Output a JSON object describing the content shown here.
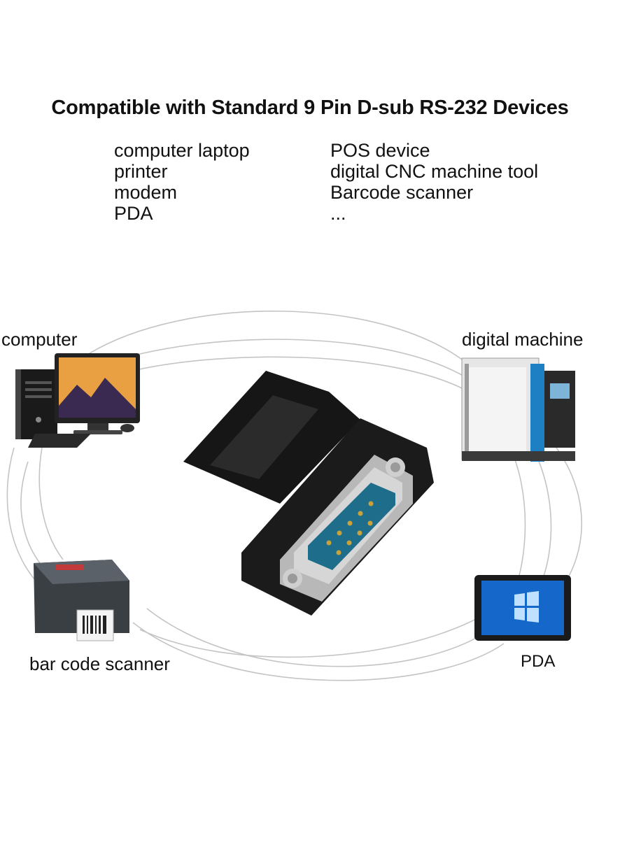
{
  "title": "Compatible with Standard 9 Pin D-sub RS-232 Devices",
  "devices_left": [
    "computer laptop",
    "printer",
    "modem",
    "PDA"
  ],
  "devices_right": [
    "POS device",
    "digital CNC machine tool",
    "Barcode scanner",
    "..."
  ],
  "labels": {
    "computer": "computer",
    "digital_machine": "digital machine",
    "bar_code_scanner": "bar code scanner",
    "pda": "PDA"
  },
  "colors": {
    "text": "#111111",
    "orbit": "#c4c4c4",
    "adapter_body": "#1b1b1b",
    "connector_blue": "#1e6d8a",
    "connector_shell": "#c9c9c9",
    "pin": "#c9a33a",
    "machine_blue": "#1d7fc4",
    "screen_blue": "#1568c9"
  },
  "icons": [
    "desktop-computer-icon",
    "cnc-machine-icon",
    "label-printer-icon",
    "tablet-icon",
    "db9-adapter-icon"
  ]
}
